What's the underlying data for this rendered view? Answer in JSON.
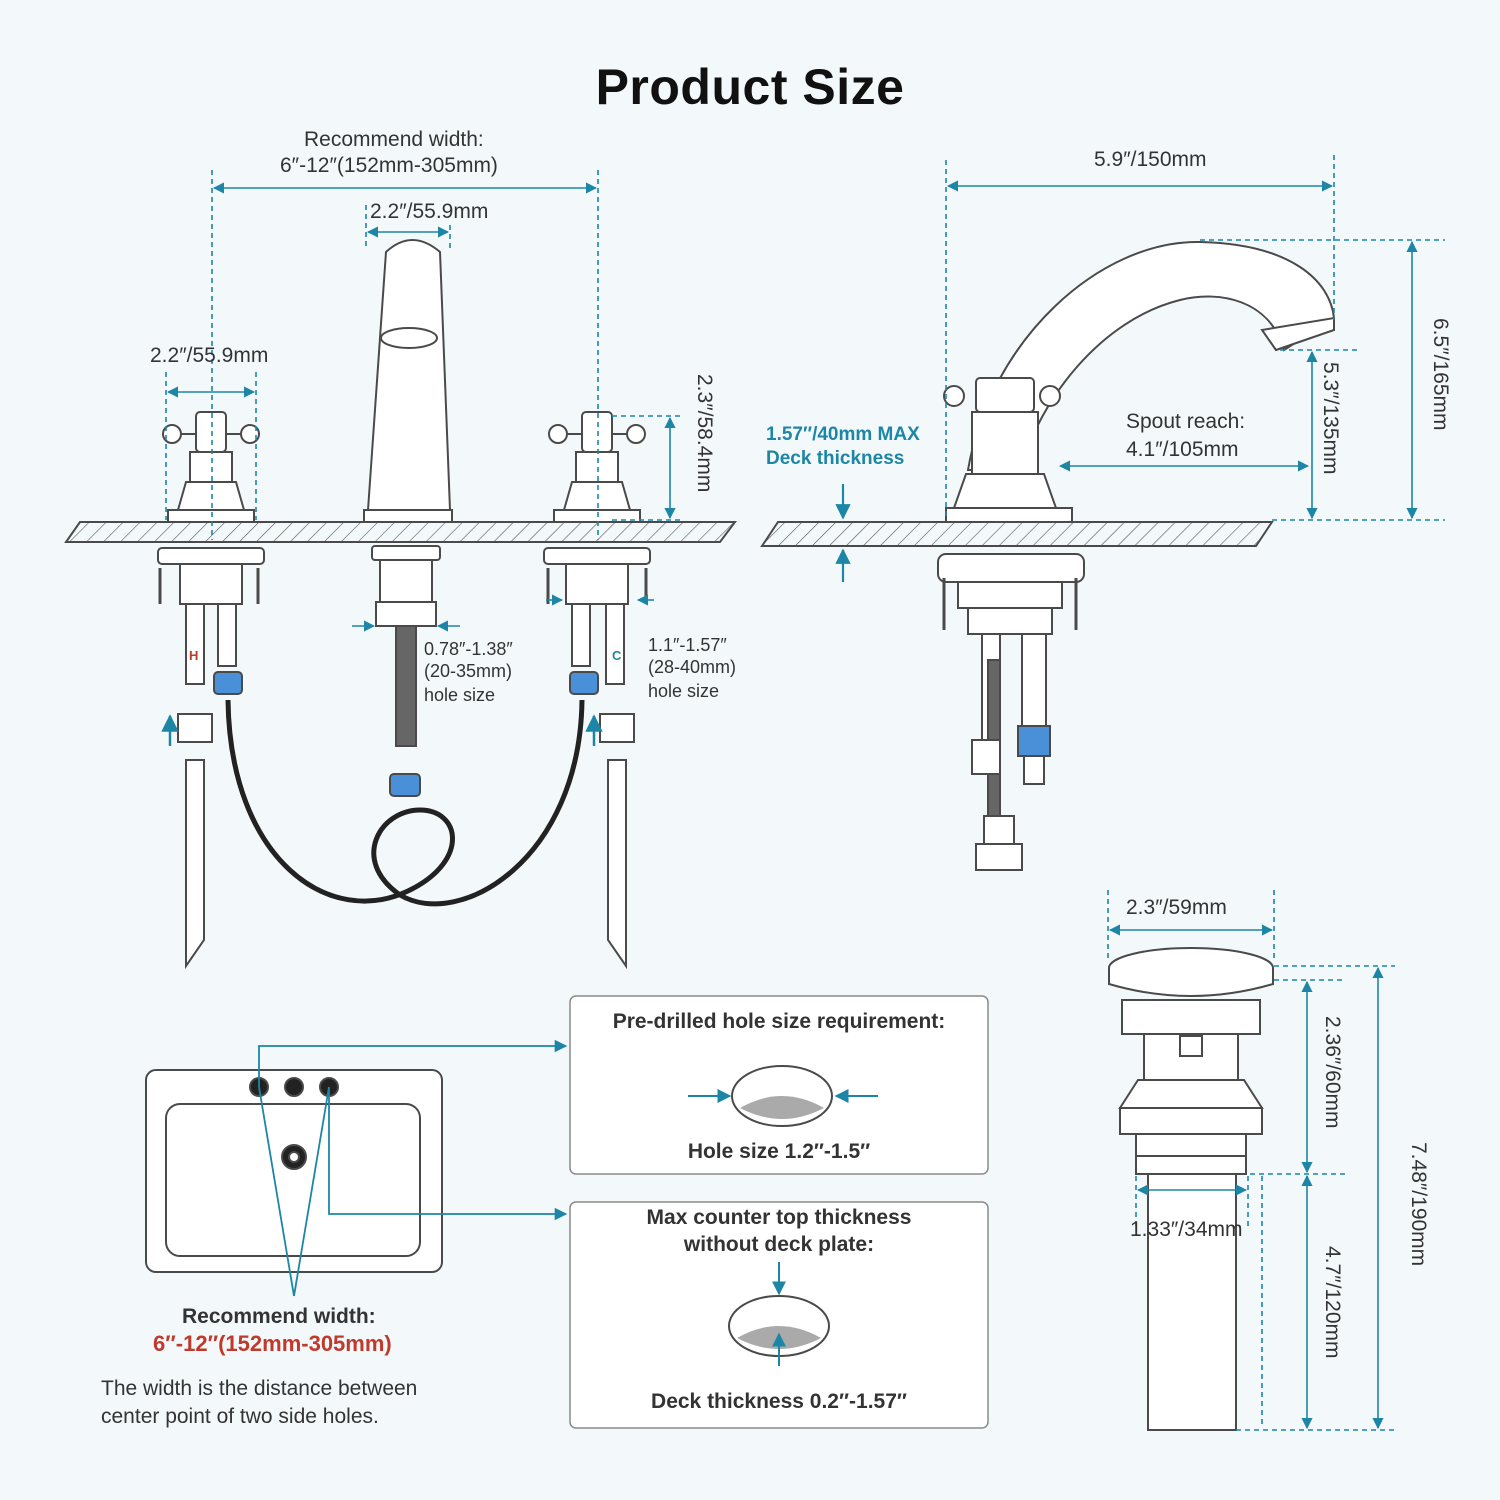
{
  "title": "Product Size",
  "front_view": {
    "recommend_width_label": "Recommend width:",
    "recommend_width_value": "6″-12″(152mm-305mm)",
    "spout_width": "2.2″/55.9mm",
    "handle_width": "2.2″/55.9mm",
    "handle_height": "2.3″/58.4mm",
    "center_hole_size": "0.78″-1.38″",
    "center_hole_size_mm": "(20-35mm)",
    "center_hole_caption": "hole size",
    "side_hole_size": "1.1″-1.57″",
    "side_hole_size_mm": "(28-40mm)",
    "side_hole_caption": "hole size",
    "hot_mark": "H",
    "cold_mark": "C"
  },
  "side_view": {
    "spout_length": "5.9″/150mm",
    "total_height": "6.5″/165mm",
    "spout_height": "5.3″/135mm",
    "spout_reach_label": "Spout reach:",
    "spout_reach_value": "4.1″/105mm",
    "deck_max": "1.57″/40mm MAX",
    "deck_thickness_label": "Deck thickness"
  },
  "sink_panel": {
    "recommend_label": "Recommend width:",
    "recommend_value": "6″-12″(152mm-305mm)",
    "note_line1": "The width is the distance between",
    "note_line2": "center point of two side holes."
  },
  "hole_box": {
    "heading": "Pre-drilled hole size requirement:",
    "caption": "Hole size 1.2″-1.5″"
  },
  "counter_box": {
    "heading_line1": "Max counter top thickness",
    "heading_line2": "without deck plate:",
    "caption": "Deck thickness 0.2″-1.57″"
  },
  "drain": {
    "top_width": "2.3″/59mm",
    "upper_height": "2.36″/60mm",
    "total_height": "7.48″/190mm",
    "pipe_width": "1.33″/34mm",
    "lower_height": "4.7″/120mm"
  },
  "colors": {
    "background": "#f3f9fb",
    "dimension_line": "#1d86a6",
    "outline": "#4a4a4a",
    "highlight": "#c0392b",
    "hose": "#222222",
    "connector": "#4a90d9"
  }
}
